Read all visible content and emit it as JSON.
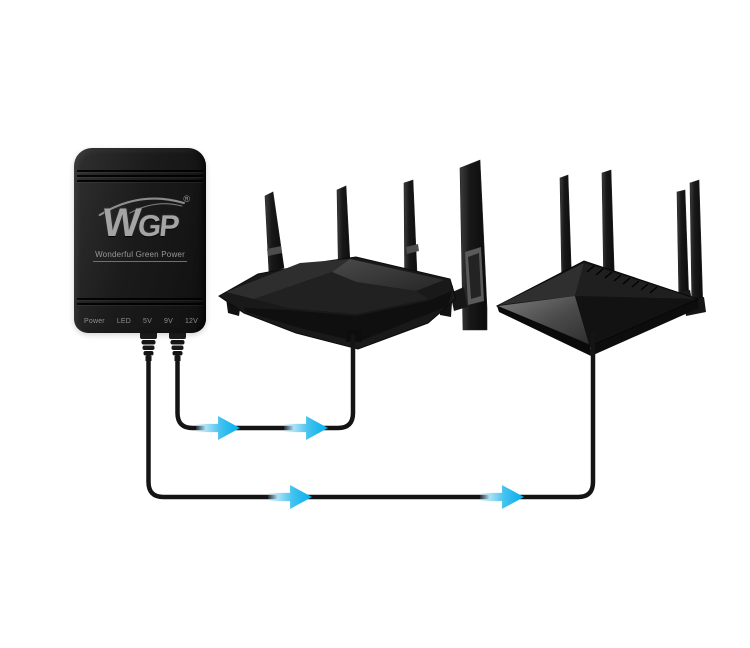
{
  "ups_device": {
    "brand": "WGP",
    "registered_mark": "®",
    "tagline": "Wonderful Green Power",
    "port_labels": [
      "Power",
      "LED",
      "5V",
      "9V",
      "12V"
    ]
  },
  "scene": {
    "left_router": "dual-band router with four upright antennas",
    "right_router": "diamond-top router with four antennas",
    "connection": "mini UPS powers both routers via DC cables"
  },
  "flow": {
    "direction": "right",
    "arrow_count": 4
  },
  "colors": {
    "background": "#ffffff",
    "arrow_blue": "#00aeef",
    "cable_black": "#141414",
    "device_black": "#1b1b1b",
    "logo_silver": "#a4a4a4"
  }
}
